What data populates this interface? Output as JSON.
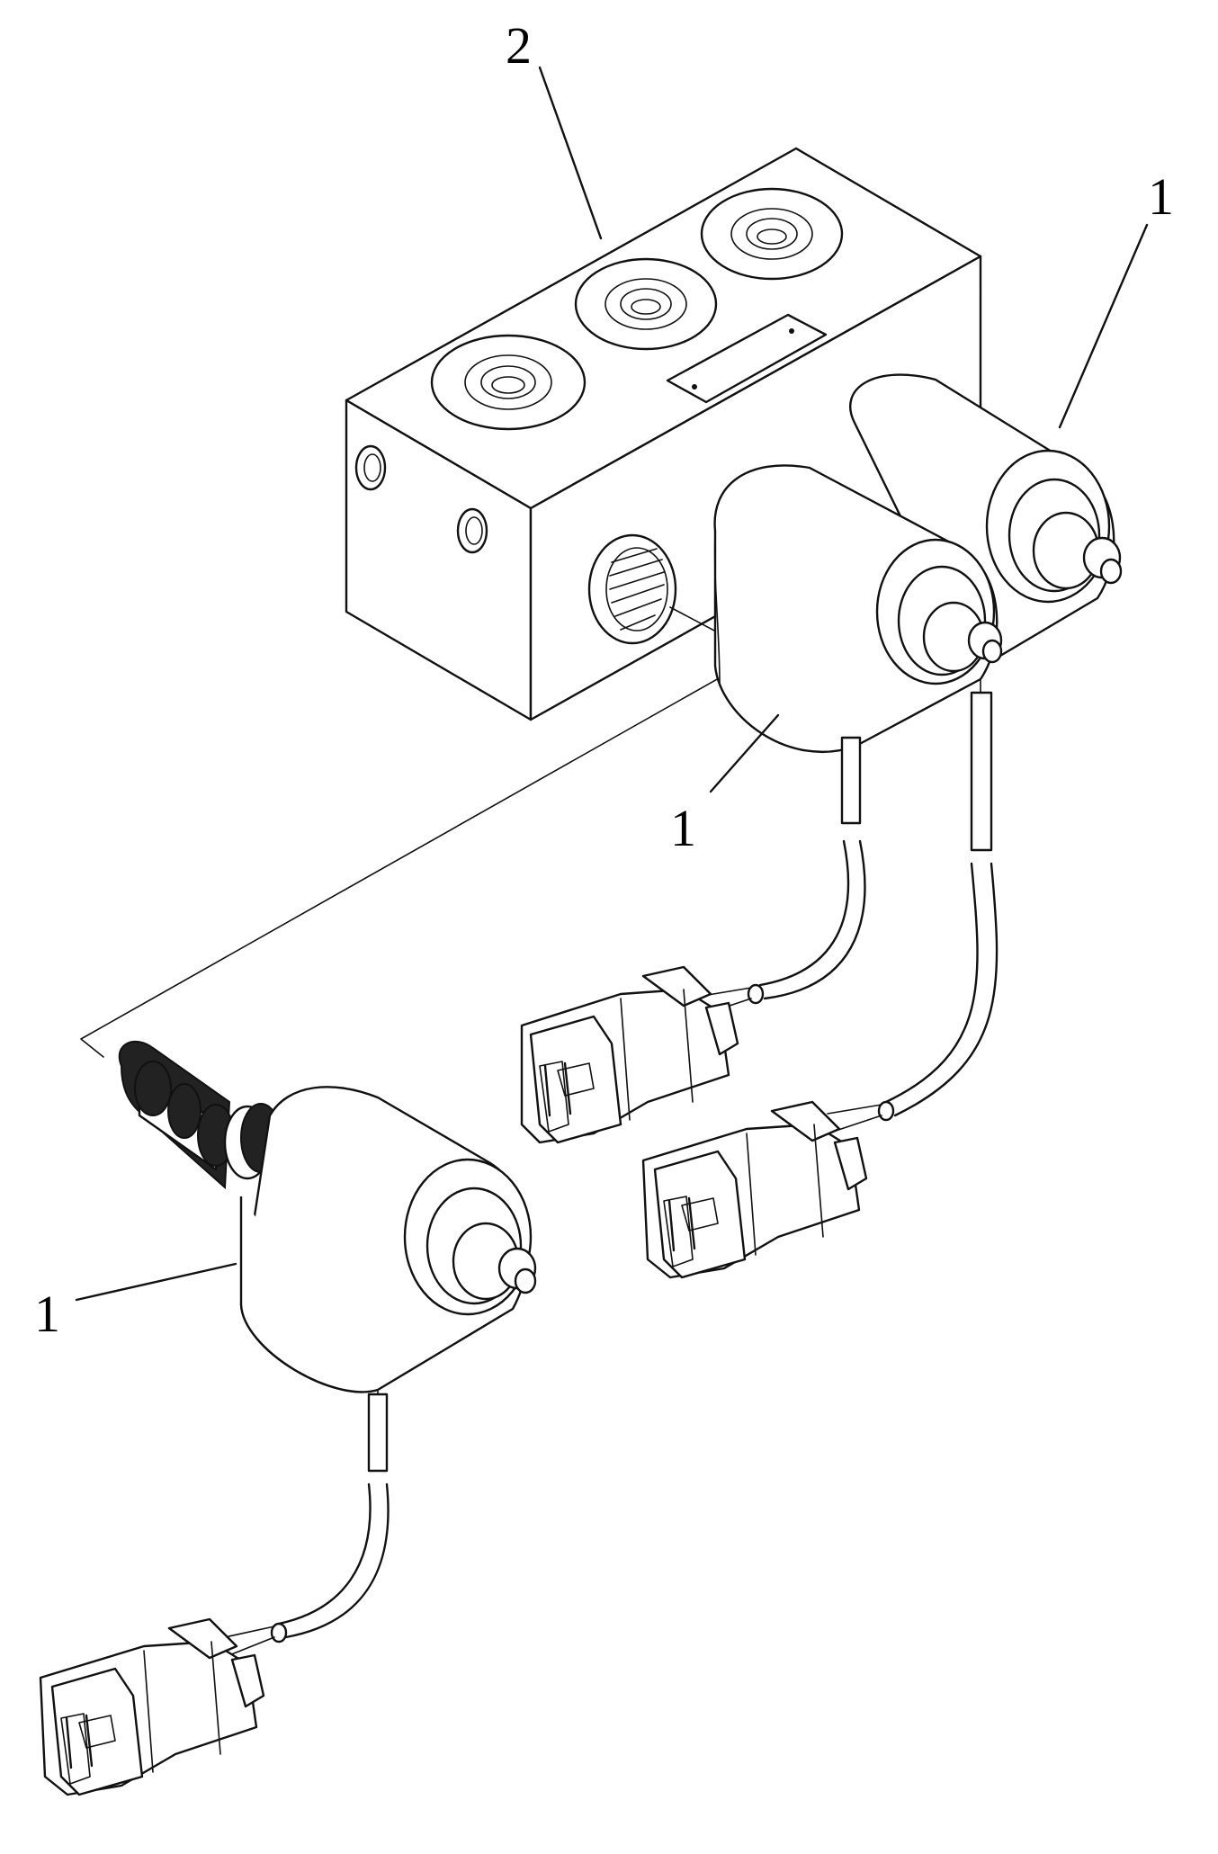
{
  "callouts": [
    {
      "id": "solenoid-valve-top-right",
      "text": "1"
    },
    {
      "id": "valve-block",
      "text": "2"
    },
    {
      "id": "solenoid-valve-middle",
      "text": "1"
    },
    {
      "id": "solenoid-valve-bottom-left",
      "text": "1"
    }
  ]
}
